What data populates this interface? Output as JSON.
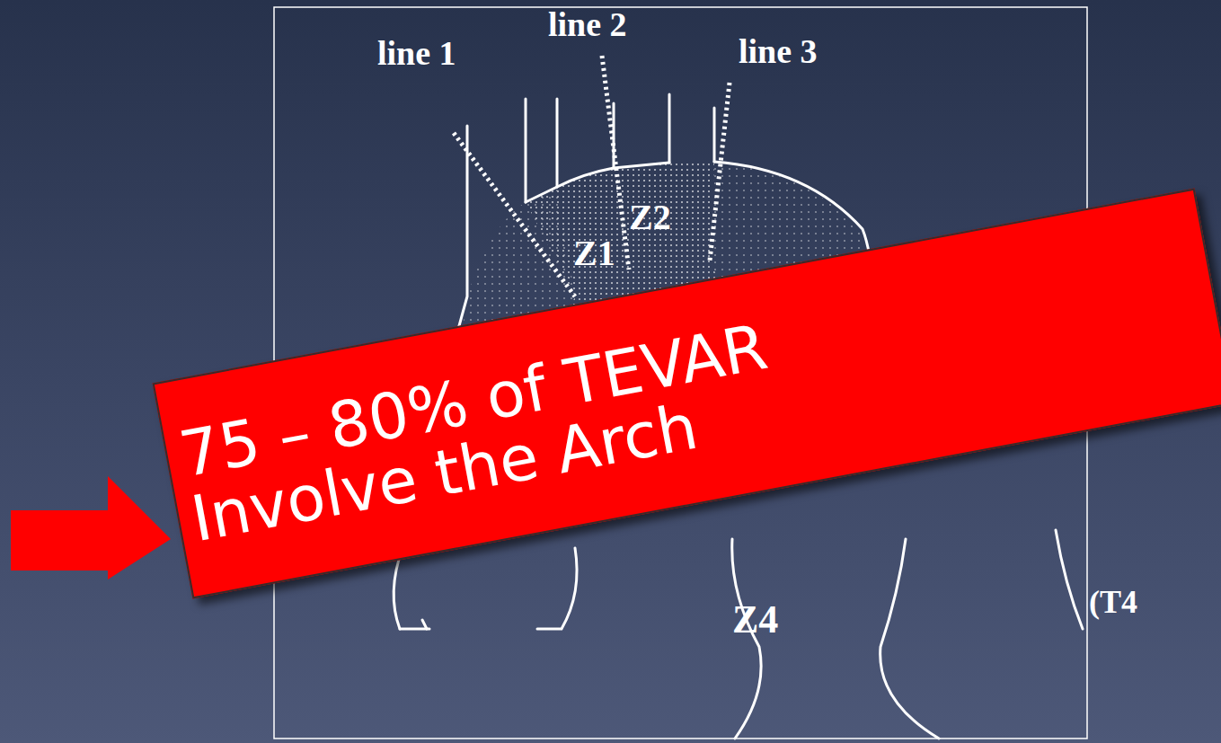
{
  "diagram": {
    "nodes": [
      {
        "text": [
          "75 – 80% of TEVAR Involve the Arch"
        ]
      }
    ],
    "labels": [
      "line 1",
      "line 2",
      "line 3",
      "Z1",
      "Z2",
      "Z4",
      "(T4"
    ]
  }
}
